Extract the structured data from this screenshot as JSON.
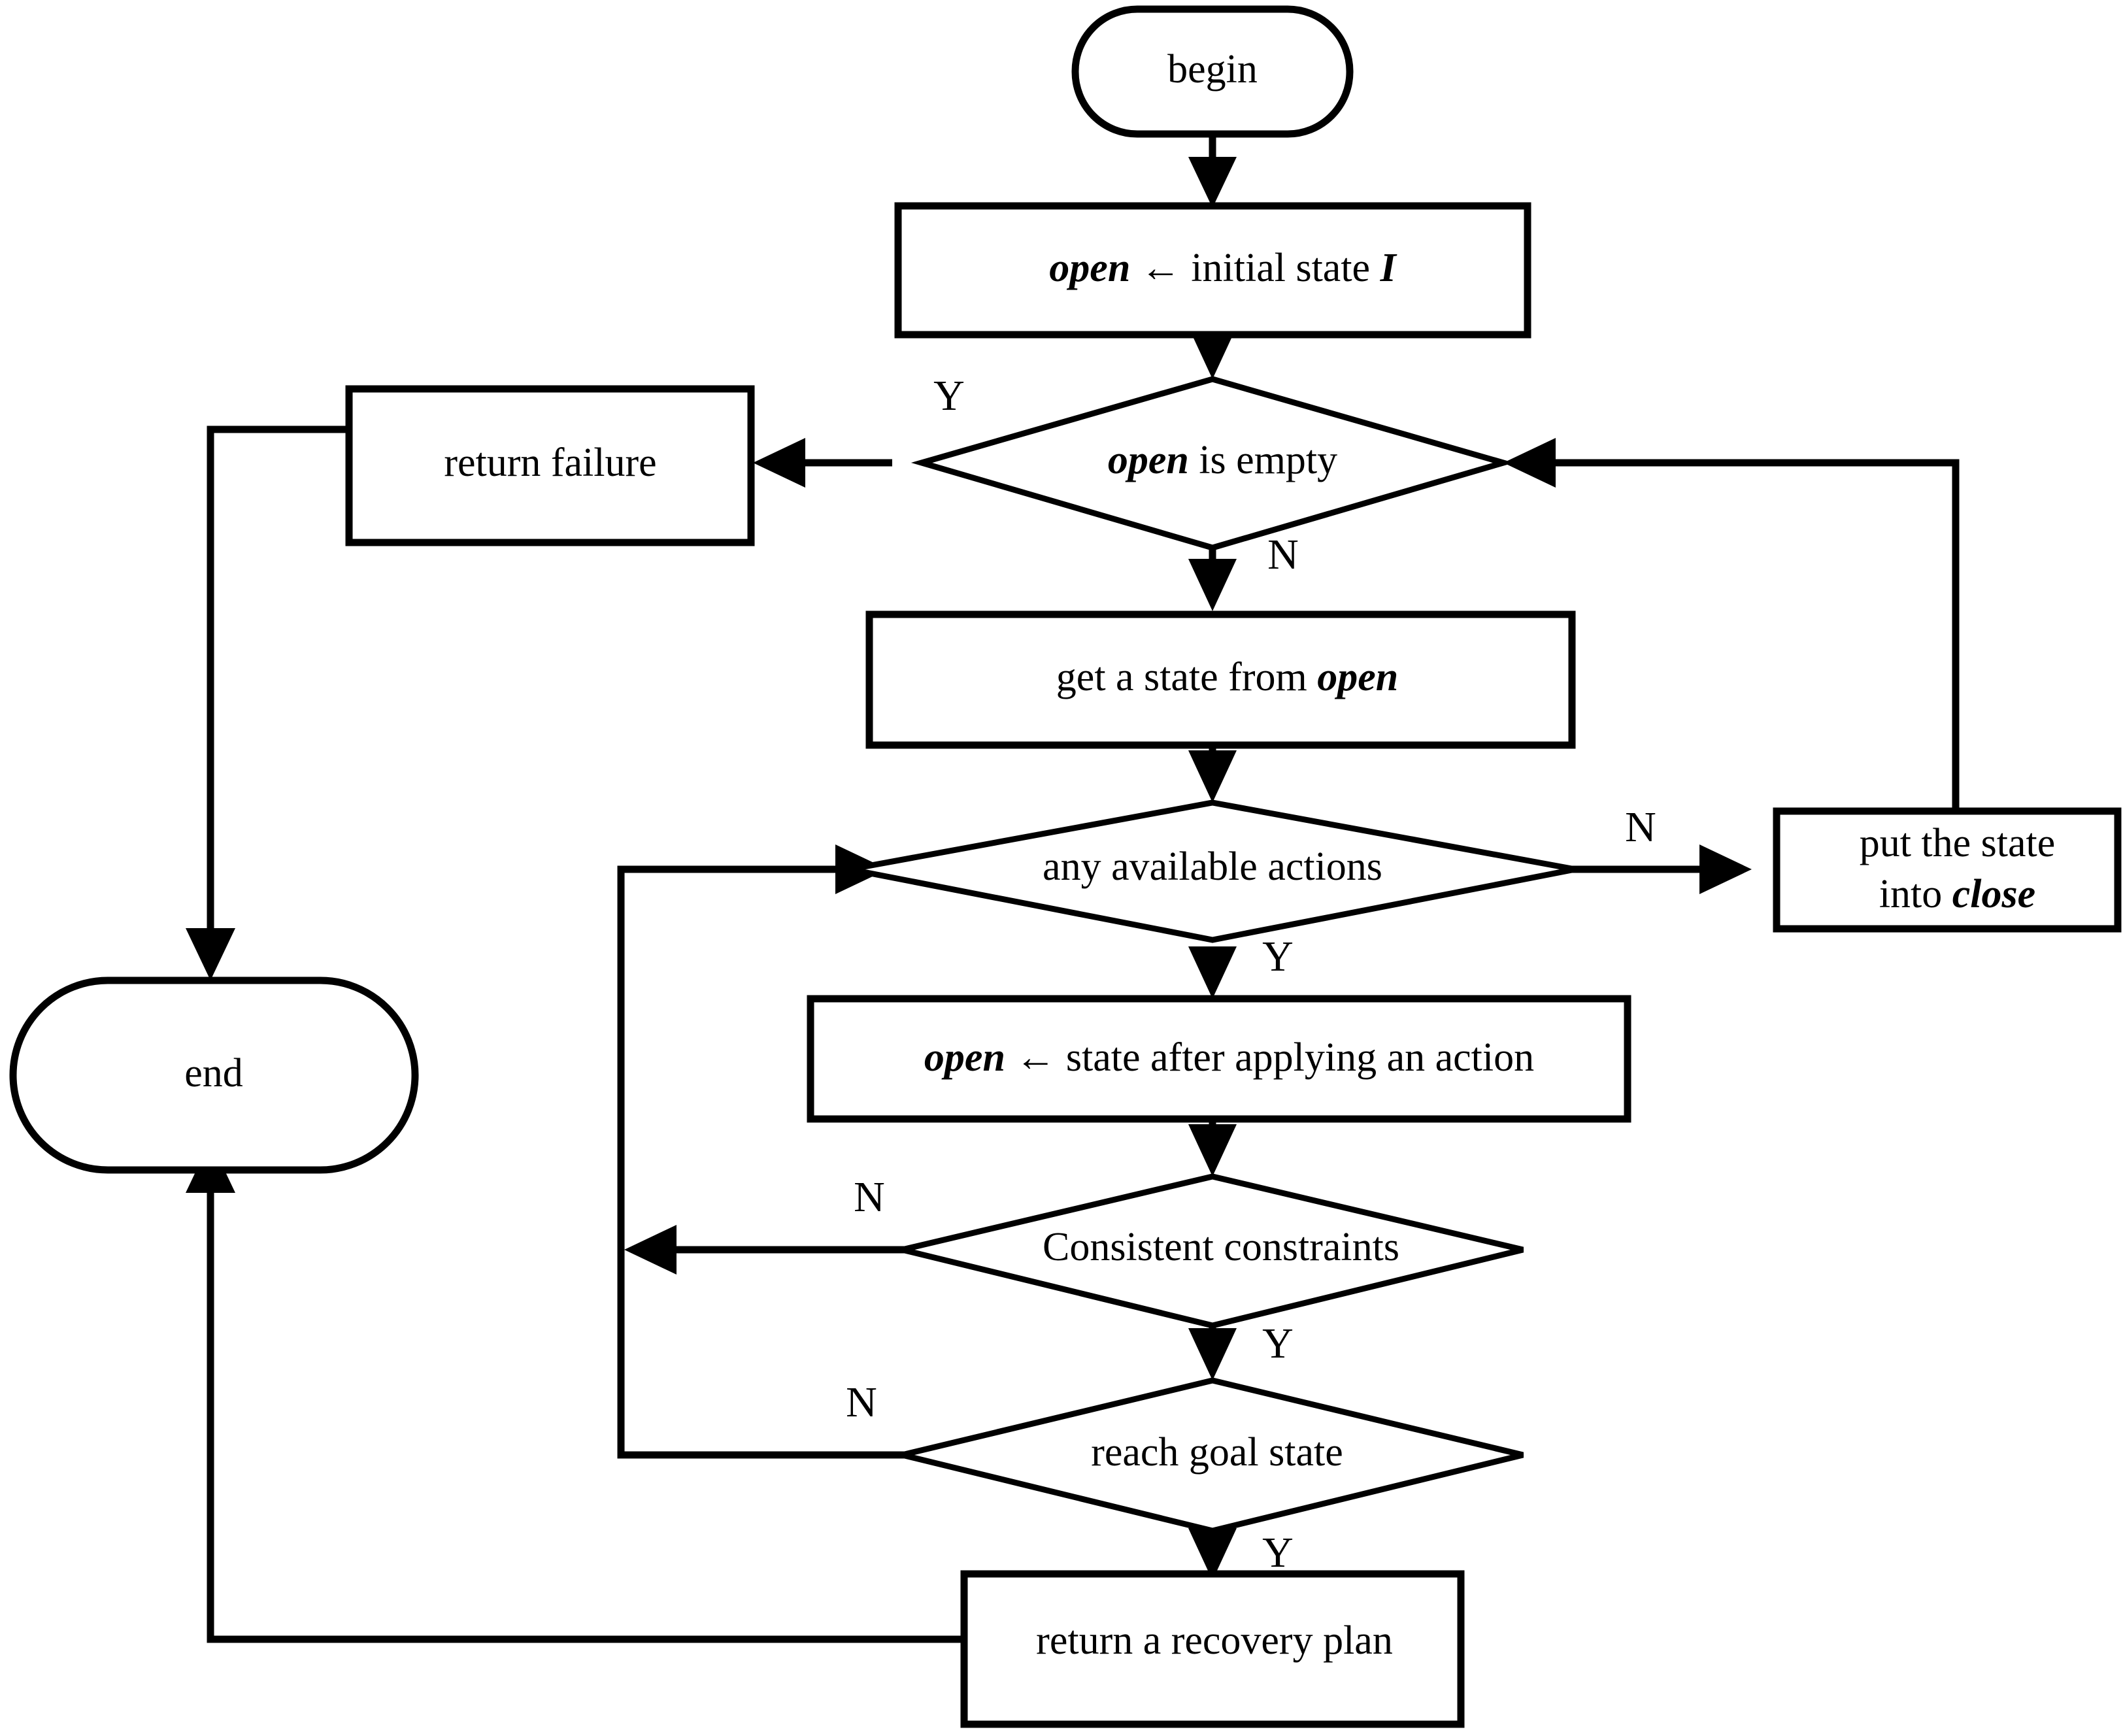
{
  "diagram": {
    "title": "Recovery plan search flowchart",
    "stroke_color": "#000000",
    "fill_color": "#ffffff",
    "background_color": "#ffffff"
  },
  "nodes": {
    "begin": {
      "label": "begin",
      "shape": "terminal"
    },
    "init_open": {
      "shape": "process",
      "label": "open ← initial state I",
      "parts": [
        {
          "text": "open",
          "style": "bold-italic"
        },
        {
          "text": " ← initial state ",
          "style": "regular"
        },
        {
          "text": "I",
          "style": "bold-italic"
        }
      ]
    },
    "open_empty": {
      "shape": "decision",
      "label": "open is empty",
      "parts": [
        {
          "text": "open",
          "style": "bold-italic"
        },
        {
          "text": " is empty",
          "style": "regular"
        }
      ]
    },
    "return_failure": {
      "shape": "process",
      "label": "return failure"
    },
    "end": {
      "label": "end",
      "shape": "terminal"
    },
    "get_state": {
      "shape": "process",
      "label": "get a state from open",
      "parts": [
        {
          "text": "get a state from ",
          "style": "regular"
        },
        {
          "text": "open",
          "style": "bold-italic"
        }
      ]
    },
    "any_actions": {
      "shape": "decision",
      "label": "any available actions"
    },
    "put_close": {
      "shape": "process",
      "label": "put the state into close",
      "lines": [
        {
          "parts": [
            {
              "text": "put the state",
              "style": "regular"
            }
          ]
        },
        {
          "parts": [
            {
              "text": "into ",
              "style": "regular"
            },
            {
              "text": "close",
              "style": "bold-italic"
            }
          ]
        }
      ]
    },
    "apply_action": {
      "shape": "process",
      "label": "open ← state after applying an action",
      "parts": [
        {
          "text": "open",
          "style": "bold-italic"
        },
        {
          "text": " ← state after applying an action",
          "style": "regular"
        }
      ]
    },
    "consistent": {
      "shape": "decision",
      "label": "Consistent constraints"
    },
    "reach_goal": {
      "shape": "decision",
      "label": "reach goal state"
    },
    "return_plan": {
      "shape": "process",
      "label": "return a recovery plan"
    }
  },
  "edge_labels": {
    "open_empty_yes": "Y",
    "open_empty_no": "N",
    "any_actions_no": "N",
    "any_actions_yes": "Y",
    "consistent_no": "N",
    "consistent_yes": "Y",
    "reach_goal_no": "N",
    "reach_goal_yes": "Y"
  }
}
